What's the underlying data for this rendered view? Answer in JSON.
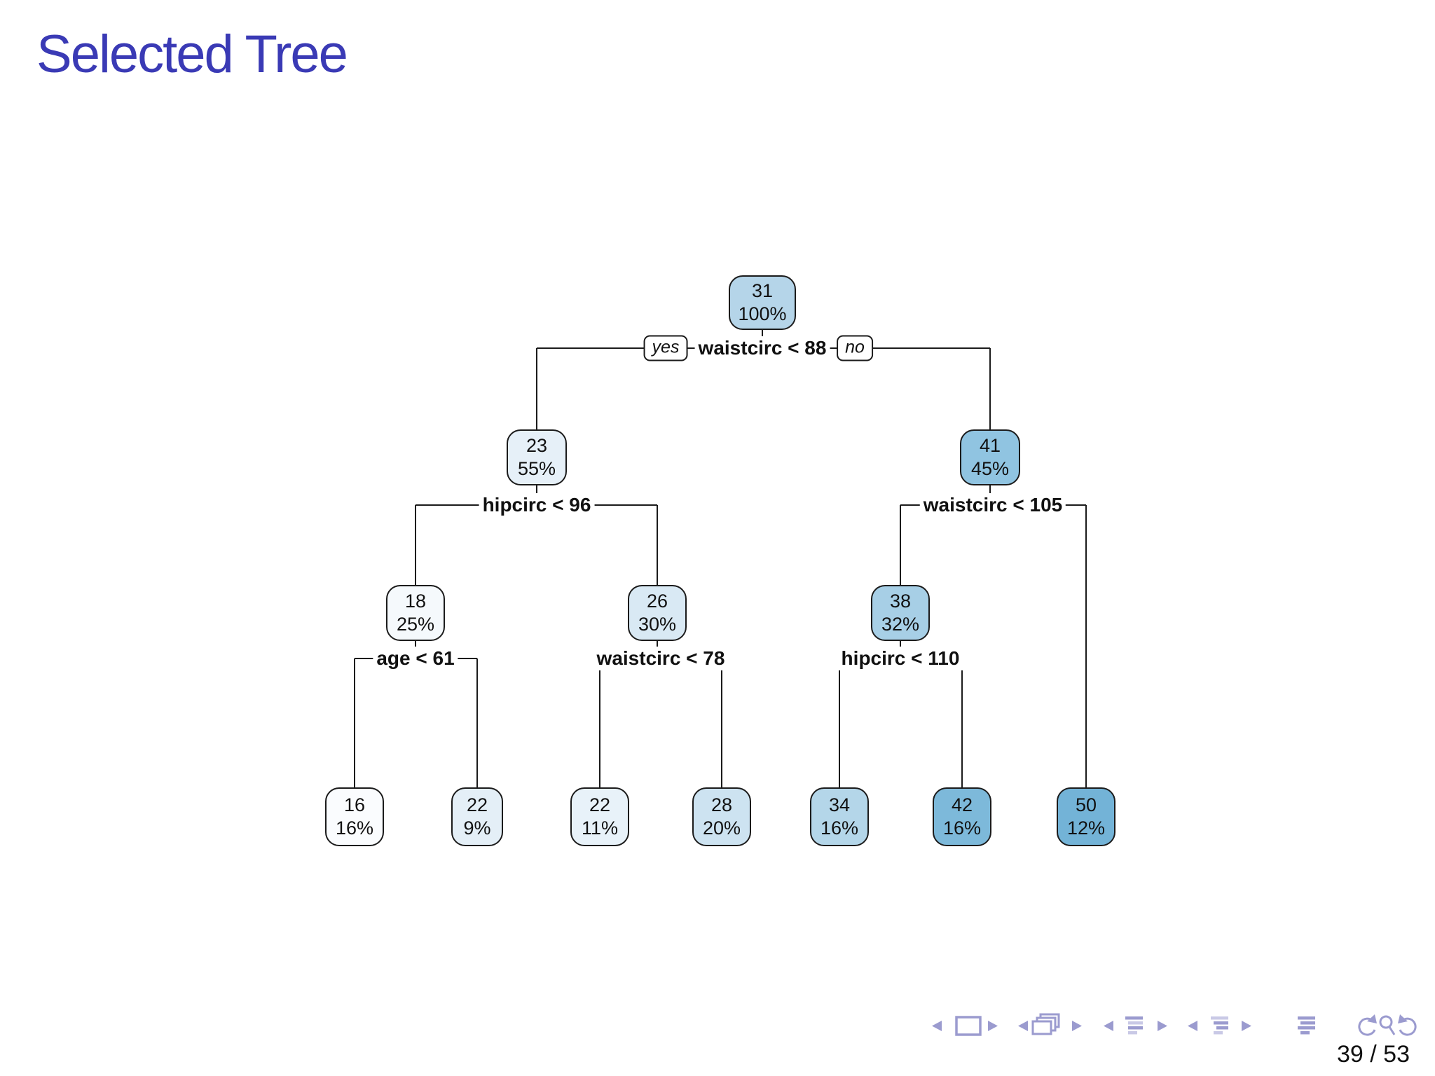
{
  "slide": {
    "title": "Selected Tree",
    "title_color": "#3a3ab5",
    "background": "#ffffff"
  },
  "tree": {
    "description": "rpart decision tree, node shading from light to dark blue by fitted value",
    "edge_color": "#1b1b1b",
    "nodes": [
      {
        "id": "root",
        "value": "31",
        "pct": "100%",
        "fill": "#b5d5e9"
      },
      {
        "id": "n23",
        "value": "23",
        "pct": "55%",
        "fill": "#e6f0f8"
      },
      {
        "id": "n41",
        "value": "41",
        "pct": "45%",
        "fill": "#90c4e1"
      },
      {
        "id": "n18",
        "value": "18",
        "pct": "25%",
        "fill": "#f5f9fc"
      },
      {
        "id": "n26",
        "value": "26",
        "pct": "30%",
        "fill": "#d9e9f4"
      },
      {
        "id": "n38",
        "value": "38",
        "pct": "32%",
        "fill": "#a7cfe6"
      },
      {
        "id": "leaf16",
        "value": "16",
        "pct": "16%",
        "fill": "#fafcfe"
      },
      {
        "id": "leaf22a",
        "value": "22",
        "pct": "9%",
        "fill": "#e4eff7"
      },
      {
        "id": "leaf22b",
        "value": "22",
        "pct": "11%",
        "fill": "#e8f2f9"
      },
      {
        "id": "leaf28",
        "value": "28",
        "pct": "20%",
        "fill": "#cde3f1"
      },
      {
        "id": "leaf34",
        "value": "34",
        "pct": "16%",
        "fill": "#b4d6e9"
      },
      {
        "id": "leaf42",
        "value": "42",
        "pct": "16%",
        "fill": "#7db9da"
      },
      {
        "id": "leaf50",
        "value": "50",
        "pct": "12%",
        "fill": "#73b3d7"
      }
    ],
    "splits": [
      {
        "id": "split-root",
        "label": "waistcirc < 88",
        "yes_label": "yes",
        "no_label": "no"
      },
      {
        "id": "split-23",
        "label": "hipcirc < 96"
      },
      {
        "id": "split-41",
        "label": "waistcirc < 105"
      },
      {
        "id": "split-18",
        "label": "age < 61"
      },
      {
        "id": "split-26",
        "label": "waistcirc < 78"
      },
      {
        "id": "split-38",
        "label": "hipcirc < 110"
      }
    ]
  },
  "nav": {
    "icon_color": "#9b9bcf",
    "icon_color_light": "#c9c9e6",
    "icons": [
      "prev-slide-arrow-icon",
      "frame-icon",
      "next-slide-arrow-icon",
      "prev-frame-arrow-icon",
      "frames-stack-icon",
      "next-frame-arrow-icon",
      "prev-section-arrow-icon",
      "section-list-icon",
      "next-section-arrow-icon",
      "prev-subsection-arrow-icon",
      "subsection-list-icon",
      "next-subsection-arrow-icon",
      "appendix-list-icon",
      "back-history-icon",
      "search-icon",
      "forward-history-icon"
    ],
    "page_indicator": "39 / 53"
  }
}
